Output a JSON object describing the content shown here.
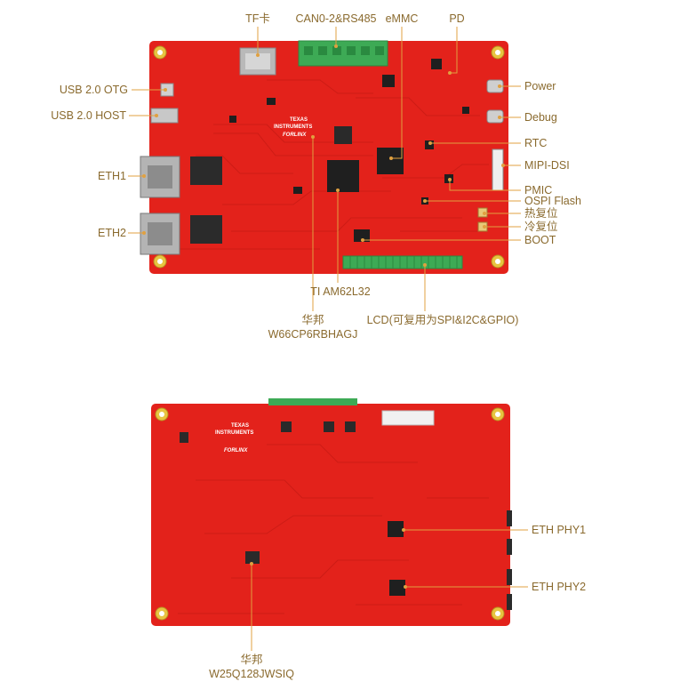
{
  "top_board": {
    "labels_left": {
      "usb_otg": "USB 2.0 OTG",
      "usb_host": "USB 2.0 HOST",
      "eth1": "ETH1",
      "eth2": "ETH2"
    },
    "labels_top": {
      "tf_card": "TF卡",
      "can_rs485": "CAN0-2&RS485",
      "emmc": "eMMC",
      "pd": "PD"
    },
    "labels_right": {
      "power": "Power",
      "debug": "Debug",
      "rtc": "RTC",
      "mipi_dsi": "MIPI-DSI",
      "pmic": "PMIC",
      "ospi_flash": "OSPI Flash",
      "hot_reset": "热复位",
      "cold_reset": "冷复位",
      "boot": "BOOT"
    },
    "labels_bottom": {
      "soc": "TI AM62L32",
      "ram_line1": "华邦",
      "ram_line2": "W66CP6RBHAGJ",
      "lcd": "LCD(可复用为SPI&I2C&GPIO)"
    },
    "logo_text": {
      "brand1": "TEXAS",
      "brand2": "INSTRUMENTS",
      "brand3": "FORLINX"
    }
  },
  "bottom_board": {
    "labels_right": {
      "eth_phy1": "ETH PHY1",
      "eth_phy2": "ETH PHY2"
    },
    "labels_bottom": {
      "flash_line1": "华邦",
      "flash_line2": "W25Q128JWSIQ"
    },
    "logo_text": {
      "brand1": "TEXAS",
      "brand2": "INSTRUMENTS",
      "brand3": "FORLINX"
    }
  },
  "colors": {
    "pcb": "#e3221b",
    "pcb_dark": "#c41a14",
    "label_text": "#8a6a2e",
    "leader_line": "#e0a040",
    "terminal_green": "#3daa55"
  }
}
